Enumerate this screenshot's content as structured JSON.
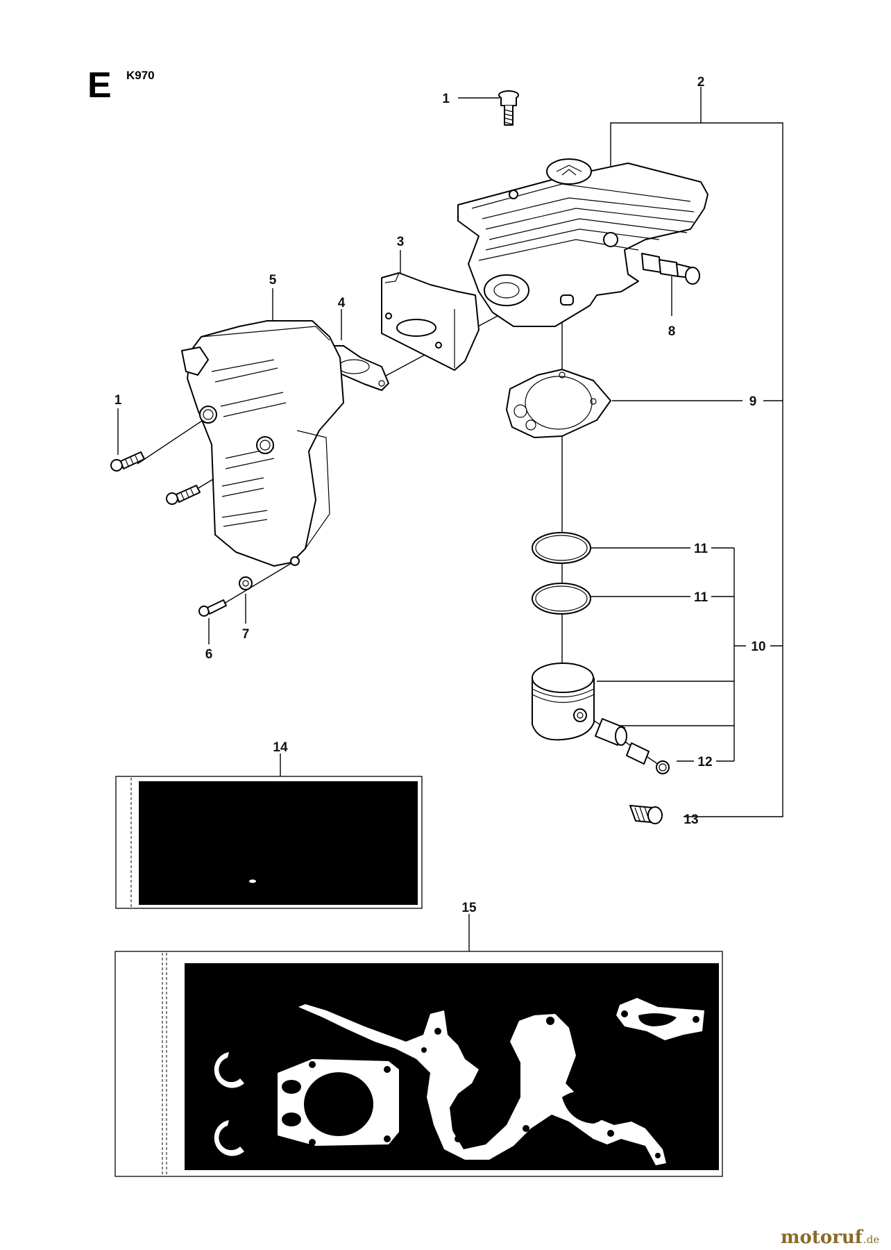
{
  "header": {
    "section": "E",
    "model": "K970"
  },
  "callouts": [
    "1",
    "2",
    "3",
    "4",
    "5",
    "1",
    "6",
    "7",
    "8",
    "9",
    "10",
    "11",
    "11",
    "12",
    "13",
    "14",
    "15"
  ],
  "watermark": {
    "brand": "motoruf",
    "tld": ".de"
  },
  "colors": {
    "line": "#000000",
    "background": "#ffffff",
    "watermark": "#8a6a2a"
  }
}
